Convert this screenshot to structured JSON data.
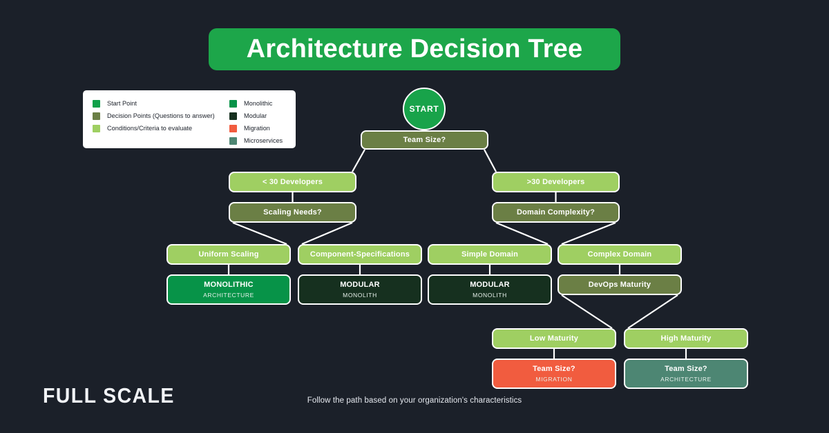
{
  "page": {
    "background_color": "#1b2029",
    "title": "Architecture Decision Tree",
    "title_bg": "#1da64a",
    "caption": "Follow the path based on your organization's characteristics",
    "logo": "FULL SCALE"
  },
  "legend": {
    "left_items": [
      {
        "label": "Start Point",
        "color": "#11a14a"
      },
      {
        "label": "Decision Points (Questions to answer)",
        "color": "#6b7f45"
      },
      {
        "label": "Conditions/Criteria to evaluate",
        "color": "#9fcf62"
      }
    ],
    "right_items": [
      {
        "label": "Monolithic",
        "color": "#079348"
      },
      {
        "label": "Modular",
        "color": "#16301f"
      },
      {
        "label": "Migration",
        "color": "#f15c3f"
      },
      {
        "label": "Microservices",
        "color": "#4d8673"
      }
    ]
  },
  "tree": {
    "nodes": [
      {
        "id": "start",
        "kind": "start",
        "title": "START",
        "sub": ""
      },
      {
        "id": "team-size",
        "kind": "decision",
        "title": "Team Size?",
        "sub": ""
      },
      {
        "id": "lt30",
        "kind": "condition",
        "title": "< 30 Developers",
        "sub": ""
      },
      {
        "id": "gt30",
        "kind": "condition",
        "title": ">30 Developers",
        "sub": ""
      },
      {
        "id": "scaling",
        "kind": "decision",
        "title": "Scaling Needs?",
        "sub": ""
      },
      {
        "id": "domain-cx",
        "kind": "decision",
        "title": "Domain Complexity?",
        "sub": ""
      },
      {
        "id": "uniform",
        "kind": "condition",
        "title": "Uniform Scaling",
        "sub": ""
      },
      {
        "id": "component",
        "kind": "condition",
        "title": "Component-Specifications",
        "sub": ""
      },
      {
        "id": "simple-dom",
        "kind": "condition",
        "title": "Simple Domain",
        "sub": ""
      },
      {
        "id": "complex-dom",
        "kind": "condition",
        "title": "Complex Domain",
        "sub": ""
      },
      {
        "id": "monolithic",
        "kind": "monolithic",
        "title": "MONOLITHIC",
        "sub": "ARCHITECTURE"
      },
      {
        "id": "modular-1",
        "kind": "modular",
        "title": "MODULAR",
        "sub": "MONOLITH"
      },
      {
        "id": "modular-2",
        "kind": "modular",
        "title": "MODULAR",
        "sub": "MONOLITH"
      },
      {
        "id": "devops",
        "kind": "decision",
        "title": "DevOps Maturity",
        "sub": ""
      },
      {
        "id": "low-mat",
        "kind": "condition",
        "title": "Low Maturity",
        "sub": ""
      },
      {
        "id": "high-mat",
        "kind": "condition",
        "title": "High Maturity",
        "sub": ""
      },
      {
        "id": "migration",
        "kind": "migration",
        "title": "Team Size?",
        "sub": "MIGRATION"
      },
      {
        "id": "microservices",
        "kind": "microservices",
        "title": "Team Size?",
        "sub": "ARCHITECTURE"
      }
    ]
  }
}
